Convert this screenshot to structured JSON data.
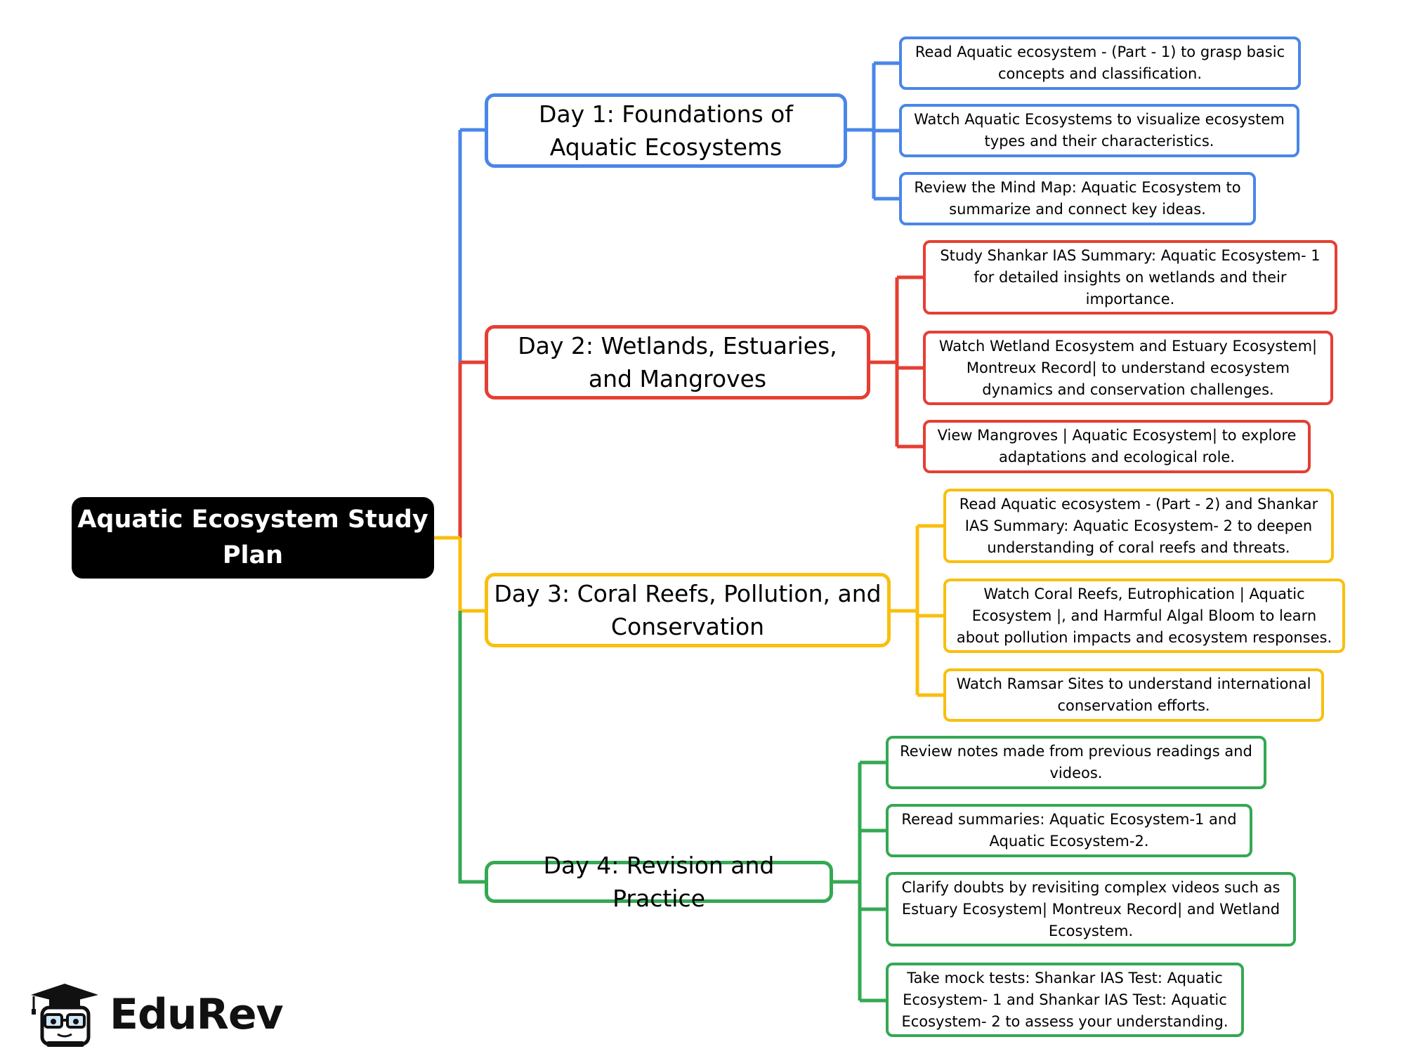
{
  "root": {
    "label": "Aquatic Ecosystem Study Plan"
  },
  "colors": {
    "day1": "#4a86e8",
    "day2": "#e53f33",
    "day3": "#f9bf0f",
    "day4": "#34a853"
  },
  "days": [
    {
      "label": "Day 1: Foundations of Aquatic Ecosystems",
      "tasks": [
        "Read Aquatic ecosystem - (Part - 1) to grasp basic concepts and classification.",
        "Watch Aquatic Ecosystems to visualize ecosystem types and their characteristics.",
        "Review the Mind Map: Aquatic Ecosystem to summarize and connect key ideas."
      ]
    },
    {
      "label": "Day 2: Wetlands, Estuaries, and Mangroves",
      "tasks": [
        "Study Shankar IAS Summary: Aquatic Ecosystem- 1 for detailed insights on wetlands and their importance.",
        "Watch Wetland Ecosystem and Estuary Ecosystem| Montreux Record| to understand ecosystem dynamics and conservation challenges.",
        "View Mangroves | Aquatic Ecosystem| to explore adaptations and ecological role."
      ]
    },
    {
      "label": "Day 3: Coral Reefs, Pollution, and Conservation",
      "tasks": [
        "Read Aquatic ecosystem - (Part - 2) and Shankar IAS Summary: Aquatic Ecosystem- 2 to deepen understanding of coral reefs and threats.",
        "Watch Coral Reefs, Eutrophication | Aquatic Ecosystem |, and Harmful Algal Bloom to learn about pollution impacts and ecosystem responses.",
        "Watch Ramsar Sites to understand international conservation efforts."
      ]
    },
    {
      "label": "Day 4: Revision and Practice",
      "tasks": [
        "Review notes made from previous readings and videos.",
        "Reread summaries: Aquatic Ecosystem-1 and Aquatic Ecosystem-2.",
        "Clarify doubts by revisiting complex videos such as Estuary Ecosystem| Montreux Record| and Wetland Ecosystem.",
        "Take mock tests: Shankar IAS Test: Aquatic Ecosystem- 1 and Shankar IAS Test: Aquatic Ecosystem- 2 to assess your understanding."
      ]
    }
  ],
  "logo": {
    "text": "EduRev",
    "icon": "graduate-mascot-icon"
  }
}
